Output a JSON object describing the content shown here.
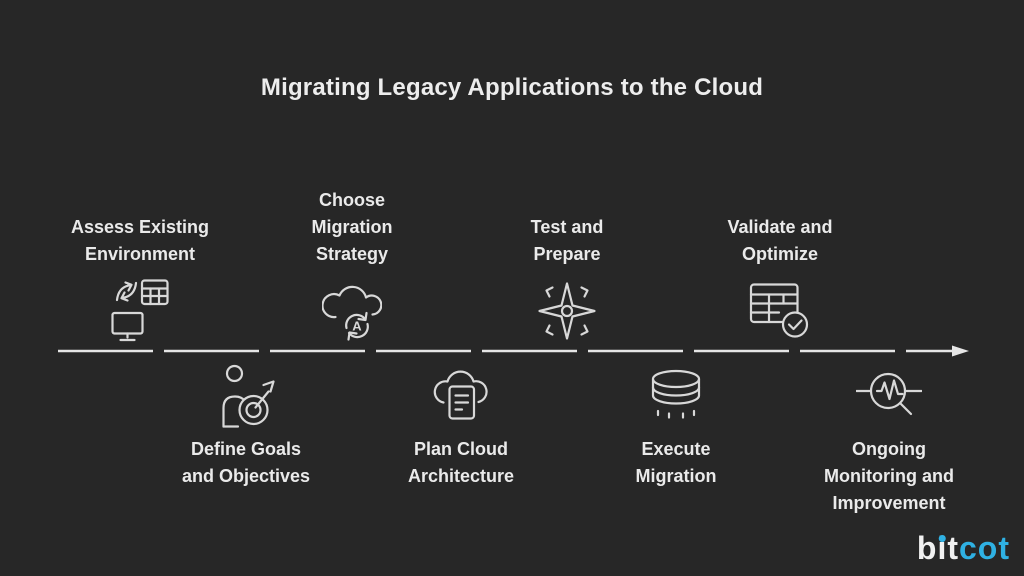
{
  "page": {
    "title": "Migrating Legacy Applications to the Cloud",
    "background": "#272727"
  },
  "steps": [
    {
      "label": "Assess Existing\nEnvironment",
      "icon": "computer-data-transfer-icon",
      "position": "top"
    },
    {
      "label": "Define Goals\nand Objectives",
      "icon": "person-target-icon",
      "position": "bottom"
    },
    {
      "label": "Choose\nMigration\nStrategy",
      "icon": "cloud-refresh-icon",
      "position": "top"
    },
    {
      "label": "Plan Cloud\nArchitecture",
      "icon": "cloud-document-icon",
      "position": "bottom"
    },
    {
      "label": "Test and\nPrepare",
      "icon": "compass-star-icon",
      "position": "top"
    },
    {
      "label": "Execute\nMigration",
      "icon": "database-migration-icon",
      "position": "bottom"
    },
    {
      "label": "Validate and\nOptimize",
      "icon": "table-check-icon",
      "position": "top"
    },
    {
      "label": "Ongoing\nMonitoring and\nImprovement",
      "icon": "magnifier-pulse-icon",
      "position": "bottom"
    }
  ],
  "icon_letter": {
    "migration_strategy_badge": "A"
  },
  "logo": {
    "part1": "b",
    "part2": "i",
    "part3": "t",
    "accent": "cot",
    "accent_color": "#2fb1e3"
  },
  "colors": {
    "background": "#272727",
    "text": "#eaeaea",
    "icon_stroke": "#d8d8d8",
    "timeline": "#e6e6e6",
    "logo_accent": "#2fb1e3"
  }
}
